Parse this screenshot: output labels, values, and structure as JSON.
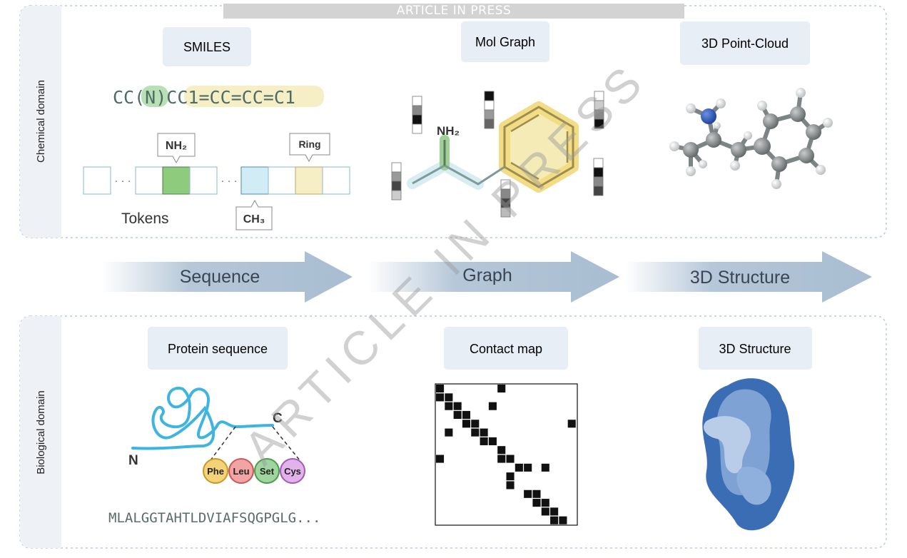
{
  "banner": "ARTICLE IN PRESS",
  "watermark": "ARTICLE IN PRESS",
  "domains": {
    "chemical": "Chemical domain",
    "biological": "Biological domain"
  },
  "chemical": {
    "smiles_title": "SMILES",
    "smiles_string": {
      "prefix": "CC",
      "open_paren": "(",
      "amine": "N",
      "close_paren": ")",
      "c": "C",
      "ring": "C1=CC=CC=C1"
    },
    "token_labels": {
      "nh2": "NH₂",
      "ring": "Ring",
      "ch3": "CH₃",
      "ellipsis": "· · ·"
    },
    "tokens_label": "Tokens",
    "molgraph_title": "Mol Graph",
    "molgraph_nh2": "NH₂",
    "pointcloud_title": "3D Point-Cloud"
  },
  "arrows": {
    "sequence": "Sequence",
    "graph": "Graph",
    "structure": "3D Structure"
  },
  "biological": {
    "protein_title": "Protein sequence",
    "terminus_n": "N",
    "terminus_c": "C",
    "residues": [
      {
        "label": "Phe",
        "color": "#f3d27a",
        "stroke": "#c99a1e"
      },
      {
        "label": "Leu",
        "color": "#f2a4a4",
        "stroke": "#c85858"
      },
      {
        "label": "Set",
        "color": "#9fd69f",
        "stroke": "#4c9a4c"
      },
      {
        "label": "Cys",
        "color": "#e1b3ea",
        "stroke": "#a05bb4"
      }
    ],
    "sequence": "MLALGGTAHTLDVIAFSQGPGLG...",
    "contact_title": "Contact map",
    "structure_title": "3D Structure"
  },
  "colors": {
    "panel_border": "#b7c9dd",
    "side_label_bg": "#eef2f6",
    "title_box_bg": "#e8eef5",
    "arrow": "#a8bdd1",
    "amine_green": "#7cc67c",
    "ring_yellow": "#f3e6a2",
    "ch3_cyan": "#cfeaf3",
    "protein_blue": "#3a6db3",
    "chain_blue": "#3fb4de"
  },
  "contact_map": {
    "grid": 16,
    "cells": [
      [
        0,
        0
      ],
      [
        1,
        1
      ],
      [
        1,
        0
      ],
      [
        2,
        1
      ],
      [
        2,
        2
      ],
      [
        3,
        3
      ],
      [
        3,
        2
      ],
      [
        4,
        3
      ],
      [
        4,
        4
      ],
      [
        5,
        4
      ],
      [
        5,
        5
      ],
      [
        6,
        5
      ],
      [
        6,
        6
      ],
      [
        7,
        7
      ],
      [
        8,
        7
      ],
      [
        8,
        8
      ],
      [
        9,
        9
      ],
      [
        9,
        10
      ],
      [
        11,
        8
      ],
      [
        10,
        8
      ],
      [
        12,
        10
      ],
      [
        12,
        11
      ],
      [
        13,
        11
      ],
      [
        13,
        12
      ],
      [
        14,
        12
      ],
      [
        14,
        13
      ],
      [
        15,
        13
      ],
      [
        15,
        14
      ],
      [
        8,
        0
      ],
      [
        5,
        1
      ],
      [
        9,
        12
      ],
      [
        4,
        15
      ],
      [
        2,
        6
      ],
      [
        0,
        7
      ]
    ]
  }
}
